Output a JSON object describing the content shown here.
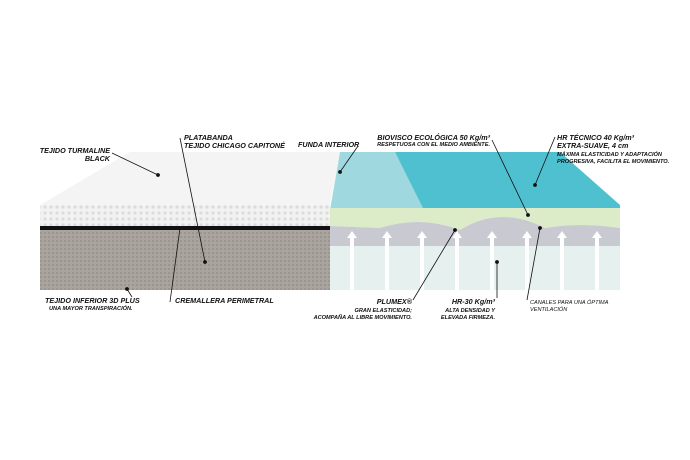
{
  "labels": {
    "tejido_turmaline": [
      "TEJIDO TURMALINE",
      "BLACK"
    ],
    "platabanda": [
      "PLATABANDA",
      "TEJIDO CHICAGO CAPITONÉ"
    ],
    "funda_interior": "FUNDA INTERIOR",
    "biovisco": {
      "title": "BIOVISCO ECOLÓGICA 50 Kg/m³",
      "desc": "RESPETUOSA CON EL MEDIO AMBIENTE."
    },
    "hr_tecnico": {
      "title": [
        "HR TÉCNICO 40 Kg/m³",
        "EXTRA-SUAVE, 4 cm"
      ],
      "desc": [
        "MÁXIMA ELASTICIDAD Y ADAPTACIÓN",
        "PROGRESIVA, FACILITA EL MOVIMIENTO."
      ]
    },
    "tejido_inferior": {
      "title": "TEJIDO INFERIOR 3D PLUS",
      "desc": "UNA MAYOR TRANSPIRACIÓN."
    },
    "cremallera": "CREMALLERA PERIMETRAL",
    "plumex": {
      "title": "PLUMEX®",
      "desc": [
        "GRAN ELASTICIDAD;",
        "ACOMPAÑA AL LIBRE MOVIMIENTO."
      ]
    },
    "hr30": {
      "title": "HR-30 Kg/m³",
      "desc": [
        "ALTA DENSIDAD Y",
        "ELEVADA FIRMEZA."
      ]
    },
    "canales": [
      "CANALES PARA UNA ÓPTIMA",
      "VENTILACIÓN"
    ]
  },
  "colors": {
    "blue_light": "#9fd9df",
    "blue": "#4fc0cf",
    "green": "#dcebc8",
    "grey": "#a8a29c"
  }
}
